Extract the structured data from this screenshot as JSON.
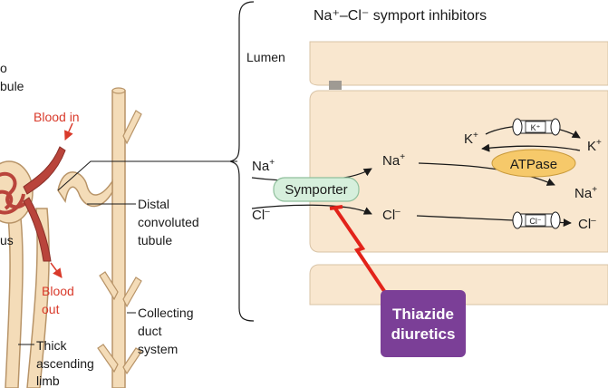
{
  "title": "Na⁺–Cl⁻ symport inhibitors",
  "lumen_label": "Lumen",
  "left_panel": {
    "fragment_top_1": "o",
    "fragment_top_2": "bule",
    "fragment_glomerulus": "us",
    "blood_in": "Blood in",
    "blood_out_1": "Blood",
    "blood_out_2": "out",
    "distal_1": "Distal",
    "distal_2": "convoluted",
    "distal_3": "tubule",
    "collecting_1": "Collecting",
    "collecting_2": "duct",
    "collecting_3": "system",
    "thick_1": "Thick",
    "thick_2": "ascending",
    "thick_3": "limb"
  },
  "cell": {
    "na_lumen": "Na",
    "na_lumen_charge": "+",
    "cl_lumen": "Cl",
    "cl_lumen_charge": "–",
    "symporter": "Symporter",
    "na_cell": "Na",
    "na_cell_charge": "+",
    "cl_cell": "Cl",
    "cl_cell_charge": "–",
    "k_left": "K",
    "k_left_charge": "+",
    "k_right": "K",
    "k_right_charge": "+",
    "k_channel": "K⁺",
    "atpase": "ATPase",
    "na_out": "Na",
    "na_out_charge": "+",
    "cl_channel": "Cl⁻",
    "cl_out": "Cl",
    "cl_out_charge": "–"
  },
  "drug": {
    "line1": "Thiazide",
    "line2": "diuretics"
  },
  "colors": {
    "cell_fill": "#f9e7cf",
    "tubule_fill": "#f4dcb8",
    "tubule_stroke": "#b89468",
    "vessel_red": "#b9443b",
    "blood_label_red": "#d93a2b",
    "symporter_fill": "#d6efdc",
    "atpase_fill": "#f6c96a",
    "drug_fill": "#7b3f97",
    "inhibition_red": "#e2231a"
  }
}
